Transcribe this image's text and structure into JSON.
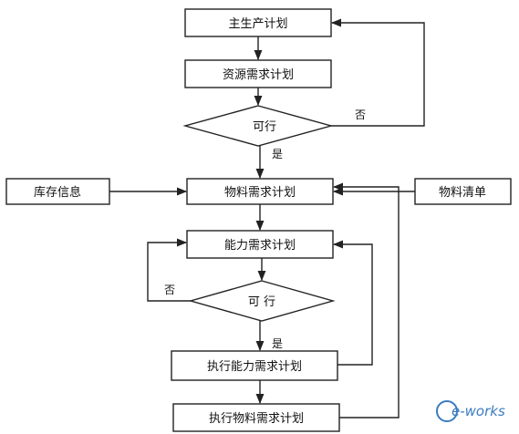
{
  "nodes": {
    "mps": "主生产计划",
    "rrp": "资源需求计划",
    "decision_top": "可行",
    "inventory": "库存信息",
    "mrp": "物料需求计划",
    "bom": "物料清单",
    "crp": "能力需求计划",
    "decision_bottom": "可 行",
    "exec_crp": "执行能力需求计划",
    "exec_mrp": "执行物料需求计划"
  },
  "edge_labels": {
    "top_no": "否",
    "top_yes": "是",
    "bottom_no": "否",
    "bottom_yes": "是"
  },
  "watermark": {
    "text": "e-works",
    "color": "#3a7bbf"
  }
}
